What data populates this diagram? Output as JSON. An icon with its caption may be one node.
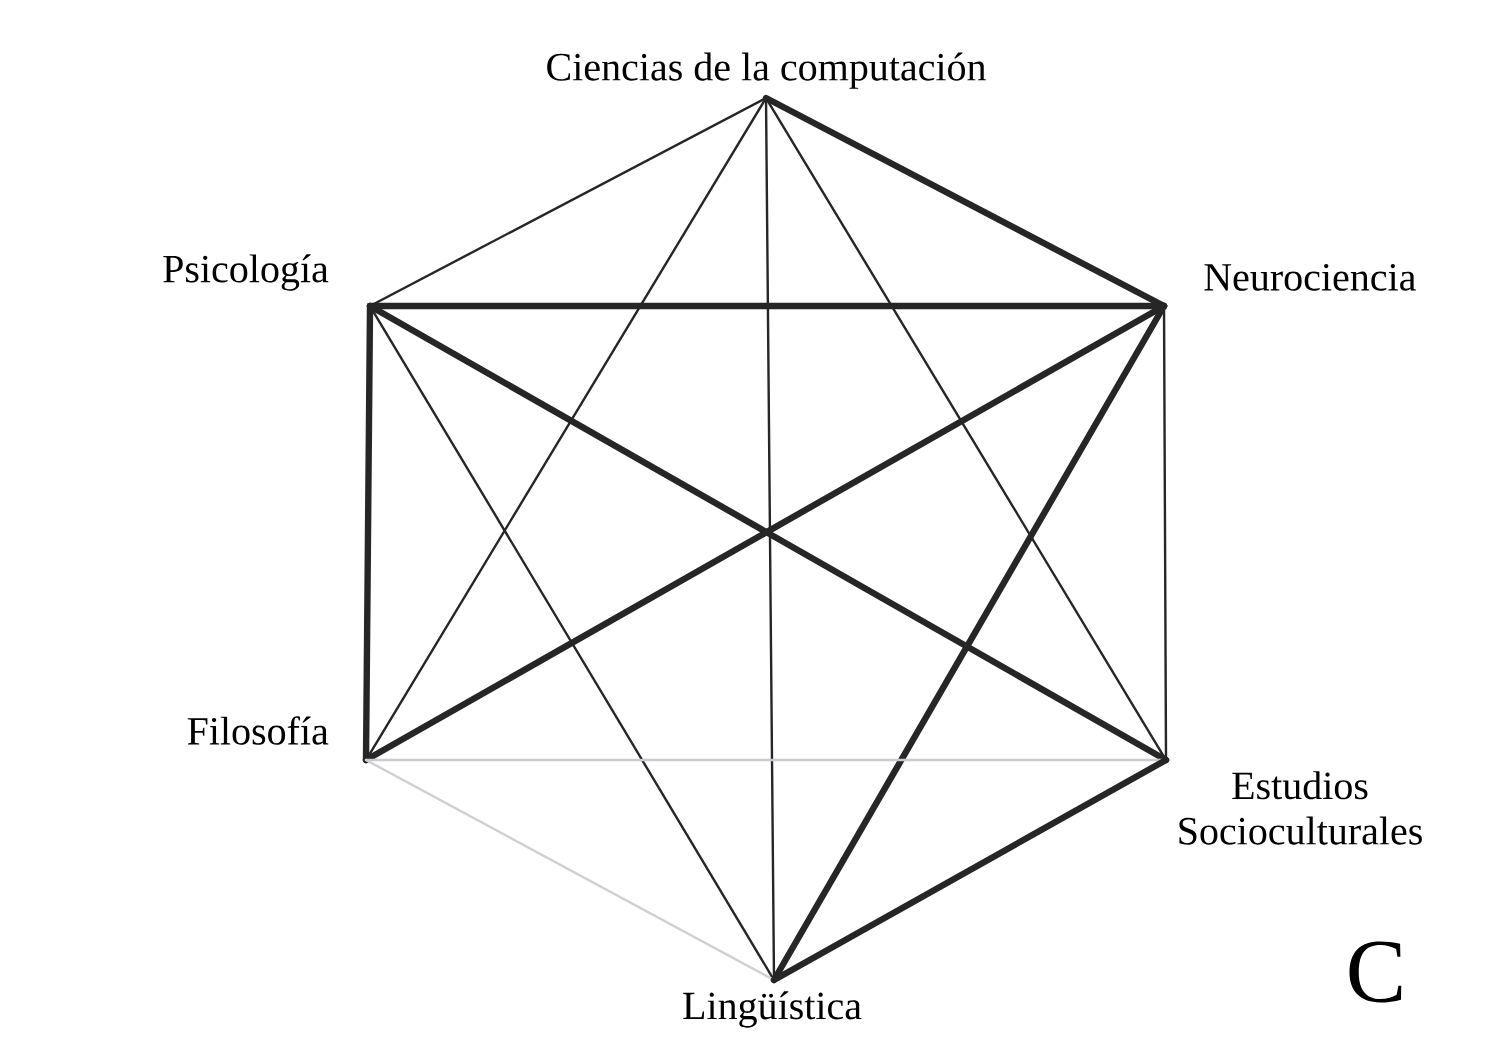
{
  "diagram": {
    "nodes": [
      {
        "text": [
          "Ciencias de la computación"
        ]
      },
      {
        "text": [
          "Psicología"
        ]
      },
      {
        "text": [
          "Neurociencia"
        ]
      },
      {
        "text": [
          "Filosofía"
        ]
      },
      {
        "text": [
          "Estudios Socioculturales"
        ]
      },
      {
        "text": [
          "Lingüística"
        ]
      }
    ],
    "edges": [
      {
        "from": 0,
        "to": 1,
        "arrow": "none"
      },
      {
        "from": 0,
        "to": 2,
        "arrow": "none",
        "style": "thick"
      },
      {
        "from": 0,
        "to": 3,
        "arrow": "none"
      },
      {
        "from": 0,
        "to": 4,
        "arrow": "none"
      },
      {
        "from": 0,
        "to": 5,
        "arrow": "none"
      },
      {
        "from": 1,
        "to": 2,
        "arrow": "none",
        "style": "thick"
      },
      {
        "from": 1,
        "to": 3,
        "arrow": "none",
        "style": "thick"
      },
      {
        "from": 1,
        "to": 4,
        "arrow": "none",
        "style": "thick"
      },
      {
        "from": 1,
        "to": 5,
        "arrow": "none"
      },
      {
        "from": 2,
        "to": 3,
        "arrow": "none",
        "style": "thick"
      },
      {
        "from": 2,
        "to": 4,
        "arrow": "none"
      },
      {
        "from": 2,
        "to": 5,
        "arrow": "none",
        "style": "thick"
      },
      {
        "from": 3,
        "to": 4,
        "arrow": "none",
        "color": "#c8ccd0"
      },
      {
        "from": 3,
        "to": 5,
        "arrow": "none",
        "color": "#d0d0d0"
      },
      {
        "from": 4,
        "to": 5,
        "arrow": "none",
        "style": "thick"
      }
    ],
    "labels": [
      "C"
    ]
  }
}
